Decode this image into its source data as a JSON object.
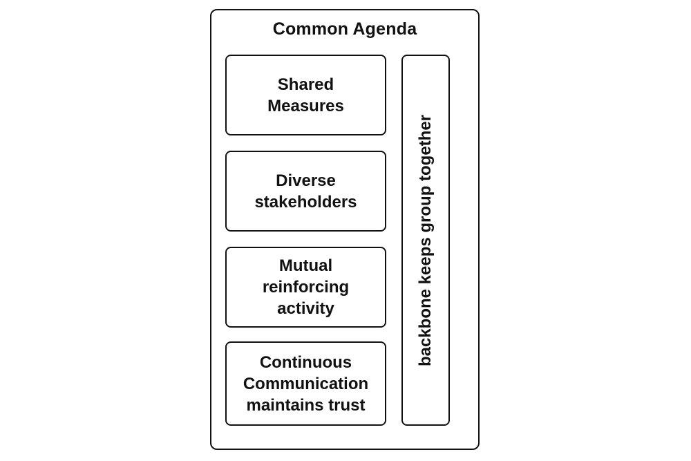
{
  "diagram": {
    "title": "Common Agenda",
    "boxes": [
      {
        "label": "Shared\nMeasures"
      },
      {
        "label": "Diverse\nstakeholders"
      },
      {
        "label": "Mutual\nreinforcing\nactivity"
      },
      {
        "label": "Continuous\nCommunication\nmaintains trust"
      }
    ],
    "side_label": "backbone keeps group together"
  }
}
